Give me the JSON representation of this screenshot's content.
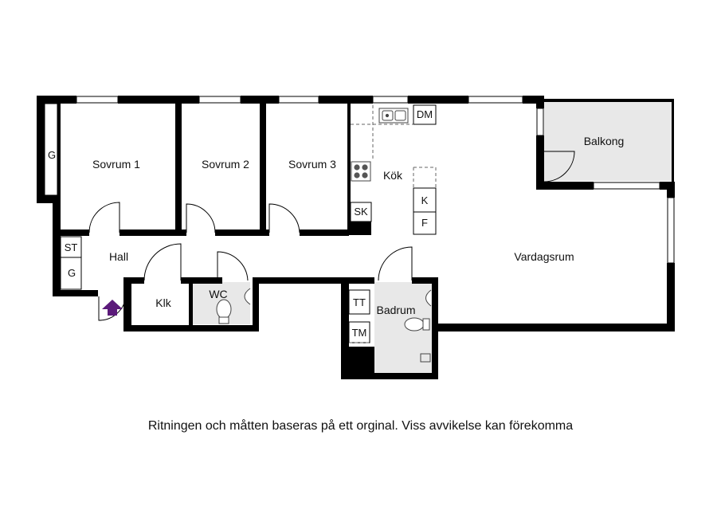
{
  "rooms": {
    "sovrum1": "Sovrum 1",
    "sovrum2": "Sovrum 2",
    "sovrum3": "Sovrum 3",
    "kok": "Kök",
    "balkong": "Balkong",
    "hall": "Hall",
    "vardagsrum": "Vardagsrum",
    "klk": "Klk",
    "wc": "WC",
    "badrum": "Badrum"
  },
  "fixtures": {
    "g_top": "G",
    "st": "ST",
    "g_bottom": "G",
    "sk": "SK",
    "dm": "DM",
    "k": "K",
    "f": "F",
    "tt": "TT",
    "tm": "TM"
  },
  "colors": {
    "wall": "#000000",
    "wet_room": "#e8e8e8",
    "entrance_arrow": "#5b1a7a"
  },
  "icons": {
    "entrance": "entrance-arrow-icon",
    "sink": "sink-icon",
    "stove": "stove-icon",
    "toilet": "toilet-icon",
    "basin": "washbasin-icon",
    "shower": "shower-icon"
  },
  "footer": {
    "disclaimer": "Ritningen och måtten baseras på ett orginal. Viss avvikelse kan förekomma"
  }
}
